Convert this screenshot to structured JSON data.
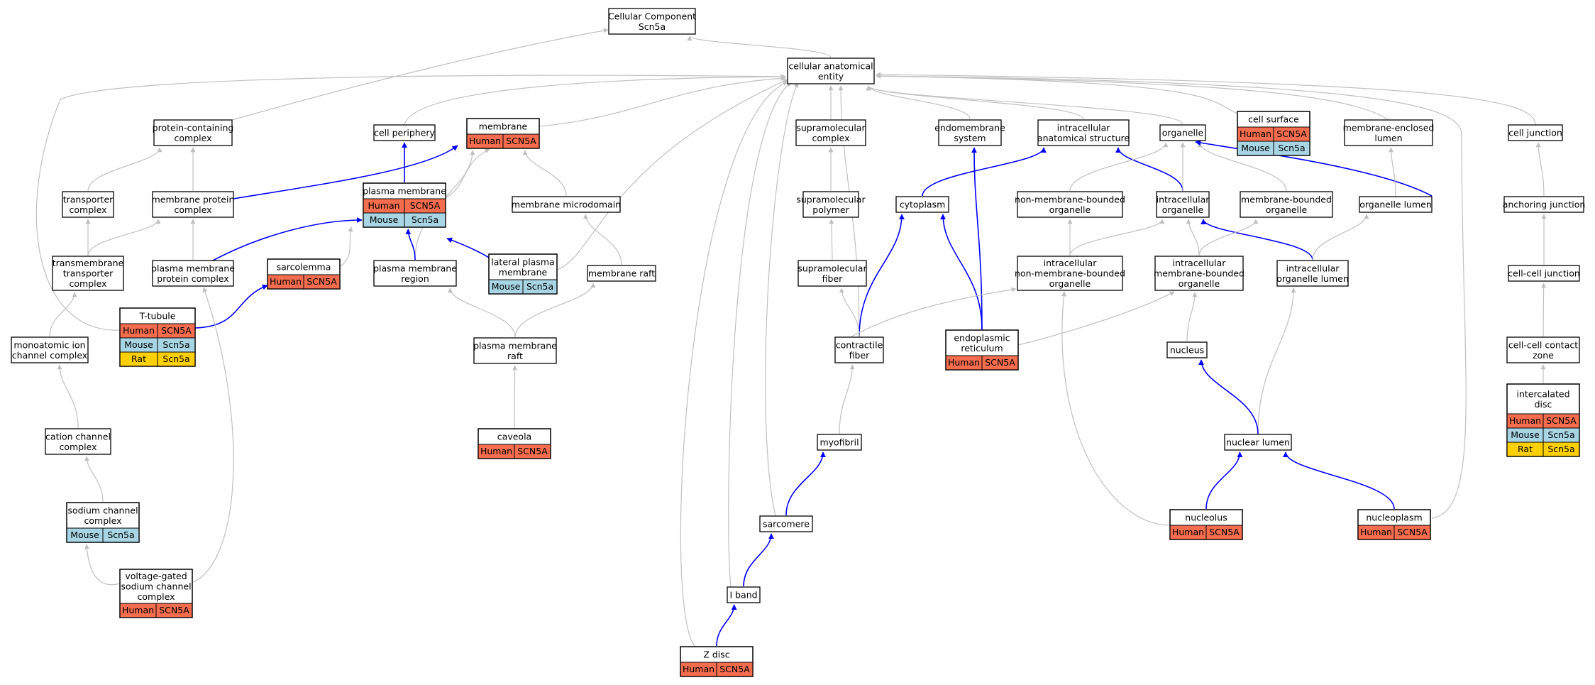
{
  "colors": {
    "edge_gray": "#c0c0c0",
    "edge_blue": "#0000ff",
    "Human": "#f46d4f",
    "Mouse": "#a7d5e4",
    "Rat": "#ffd000"
  },
  "nodes": [
    {
      "id": "root",
      "lines": [
        "Cellular Component",
        "Scn5a"
      ]
    },
    {
      "id": "cae",
      "lines": [
        "cellular anatomical",
        "entity"
      ]
    },
    {
      "id": "pcc",
      "lines": [
        "protein-containing",
        "complex"
      ]
    },
    {
      "id": "cellper",
      "lines": [
        "cell periphery"
      ]
    },
    {
      "id": "membrane",
      "lines": [
        "membrane"
      ],
      "species": [
        [
          "Human",
          "SCN5A"
        ]
      ]
    },
    {
      "id": "supcx",
      "lines": [
        "supramolecular",
        "complex"
      ]
    },
    {
      "id": "endosys",
      "lines": [
        "endomembrane",
        "system"
      ]
    },
    {
      "id": "ias",
      "lines": [
        "intracellular",
        "anatomical structure"
      ]
    },
    {
      "id": "organelle",
      "lines": [
        "organelle"
      ]
    },
    {
      "id": "cellsurf",
      "lines": [
        "cell surface"
      ],
      "species": [
        [
          "Human",
          "SCN5A"
        ],
        [
          "Mouse",
          "Scn5a"
        ]
      ]
    },
    {
      "id": "mel",
      "lines": [
        "membrane-enclosed",
        "lumen"
      ]
    },
    {
      "id": "celljunc",
      "lines": [
        "cell junction"
      ]
    },
    {
      "id": "transporter",
      "lines": [
        "transporter",
        "complex"
      ]
    },
    {
      "id": "mpc",
      "lines": [
        "membrane protein",
        "complex"
      ]
    },
    {
      "id": "pm",
      "lines": [
        "plasma membrane"
      ],
      "species": [
        [
          "Human",
          "SCN5A"
        ],
        [
          "Mouse",
          "Scn5a"
        ]
      ]
    },
    {
      "id": "mmd",
      "lines": [
        "membrane microdomain"
      ]
    },
    {
      "id": "suppoly",
      "lines": [
        "supramolecular",
        "polymer"
      ]
    },
    {
      "id": "cytoplasm",
      "lines": [
        "cytoplasm"
      ]
    },
    {
      "id": "nmbo",
      "lines": [
        "non-membrane-bounded",
        "organelle"
      ]
    },
    {
      "id": "io",
      "lines": [
        "intracellular",
        "organelle"
      ]
    },
    {
      "id": "mbo",
      "lines": [
        "membrane-bounded",
        "organelle"
      ]
    },
    {
      "id": "ol",
      "lines": [
        "organelle lumen"
      ]
    },
    {
      "id": "aj",
      "lines": [
        "anchoring junction"
      ]
    },
    {
      "id": "tmtc",
      "lines": [
        "transmembrane",
        "transporter",
        "complex"
      ]
    },
    {
      "id": "pmpc",
      "lines": [
        "plasma membrane",
        "protein complex"
      ]
    },
    {
      "id": "sarcolemma",
      "lines": [
        "sarcolemma"
      ],
      "species": [
        [
          "Human",
          "SCN5A"
        ]
      ]
    },
    {
      "id": "pmr",
      "lines": [
        "plasma membrane",
        "region"
      ]
    },
    {
      "id": "lpm",
      "lines": [
        "lateral plasma",
        "membrane"
      ],
      "species": [
        [
          "Mouse",
          "Scn5a"
        ]
      ]
    },
    {
      "id": "mraft",
      "lines": [
        "membrane raft"
      ]
    },
    {
      "id": "supfiber",
      "lines": [
        "supramolecular",
        "fiber"
      ]
    },
    {
      "id": "inmbo",
      "lines": [
        "intracellular",
        "non-membrane-bounded",
        "organelle"
      ]
    },
    {
      "id": "imbo",
      "lines": [
        "intracellular",
        "membrane-bounded",
        "organelle"
      ]
    },
    {
      "id": "iol",
      "lines": [
        "intracellular",
        "organelle lumen"
      ]
    },
    {
      "id": "ccj",
      "lines": [
        "cell-cell junction"
      ]
    },
    {
      "id": "ttubule",
      "lines": [
        "T-tubule"
      ],
      "species": [
        [
          "Human",
          "SCN5A"
        ],
        [
          "Mouse",
          "Scn5a"
        ],
        [
          "Rat",
          "Scn5a"
        ]
      ]
    },
    {
      "id": "micc",
      "lines": [
        "monoatomic ion",
        "channel complex"
      ]
    },
    {
      "id": "pmraft",
      "lines": [
        "plasma membrane",
        "raft"
      ]
    },
    {
      "id": "cfiber",
      "lines": [
        "contractile",
        "fiber"
      ]
    },
    {
      "id": "er",
      "lines": [
        "endoplasmic",
        "reticulum"
      ],
      "species": [
        [
          "Human",
          "SCN5A"
        ]
      ]
    },
    {
      "id": "nucleus",
      "lines": [
        "nucleus"
      ]
    },
    {
      "id": "cccz",
      "lines": [
        "cell-cell contact",
        "zone"
      ]
    },
    {
      "id": "icd",
      "lines": [
        "intercalated",
        "disc"
      ],
      "species": [
        [
          "Human",
          "SCN5A"
        ],
        [
          "Mouse",
          "Scn5a"
        ],
        [
          "Rat",
          "Scn5a"
        ]
      ]
    },
    {
      "id": "ccc",
      "lines": [
        "cation channel",
        "complex"
      ]
    },
    {
      "id": "caveola",
      "lines": [
        "caveola"
      ],
      "species": [
        [
          "Human",
          "SCN5A"
        ]
      ]
    },
    {
      "id": "myofibril",
      "lines": [
        "myofibril"
      ]
    },
    {
      "id": "nuclumen",
      "lines": [
        "nuclear lumen"
      ]
    },
    {
      "id": "scc",
      "lines": [
        "sodium channel",
        "complex"
      ],
      "species": [
        [
          "Mouse",
          "Scn5a"
        ]
      ]
    },
    {
      "id": "sarcomere",
      "lines": [
        "sarcomere"
      ]
    },
    {
      "id": "nucleolus",
      "lines": [
        "nucleolus"
      ],
      "species": [
        [
          "Human",
          "SCN5A"
        ]
      ]
    },
    {
      "id": "nucleoplasm",
      "lines": [
        "nucleoplasm"
      ],
      "species": [
        [
          "Human",
          "SCN5A"
        ]
      ]
    },
    {
      "id": "vgscc",
      "lines": [
        "voltage-gated",
        "sodium channel",
        "complex"
      ],
      "species": [
        [
          "Human",
          "SCN5A"
        ]
      ]
    },
    {
      "id": "iband",
      "lines": [
        "I band"
      ]
    },
    {
      "id": "zdisc",
      "lines": [
        "Z disc"
      ],
      "species": [
        [
          "Human",
          "SCN5A"
        ]
      ]
    }
  ],
  "edges": [
    [
      "cae",
      "root",
      "gray"
    ],
    [
      "pcc",
      "root",
      "gray"
    ],
    [
      "cellper",
      "cae",
      "gray"
    ],
    [
      "membrane",
      "cae",
      "gray"
    ],
    [
      "supcx",
      "cae",
      "gray"
    ],
    [
      "endosys",
      "cae",
      "gray"
    ],
    [
      "ias",
      "cae",
      "gray"
    ],
    [
      "organelle",
      "cae",
      "gray"
    ],
    [
      "cellsurf",
      "cae",
      "gray"
    ],
    [
      "mel",
      "cae",
      "gray"
    ],
    [
      "celljunc",
      "cae",
      "gray"
    ],
    [
      "ttubule",
      "cae",
      "gray"
    ],
    [
      "lpm",
      "cae",
      "gray"
    ],
    [
      "cfiber",
      "cae",
      "gray"
    ],
    [
      "zdisc",
      "cae",
      "gray"
    ],
    [
      "iband",
      "cae",
      "gray"
    ],
    [
      "sarcomere",
      "cae",
      "gray"
    ],
    [
      "nucleoplasm",
      "cae",
      "gray"
    ],
    [
      "transporter",
      "pcc",
      "gray"
    ],
    [
      "mpc",
      "pcc",
      "gray"
    ],
    [
      "pm",
      "cellper",
      "blue"
    ],
    [
      "pm",
      "membrane",
      "gray"
    ],
    [
      "mmd",
      "membrane",
      "gray"
    ],
    [
      "pmr",
      "membrane",
      "gray"
    ],
    [
      "mpc",
      "membrane",
      "blue"
    ],
    [
      "suppoly",
      "supcx",
      "gray"
    ],
    [
      "er",
      "endosys",
      "blue"
    ],
    [
      "cytoplasm",
      "ias",
      "blue"
    ],
    [
      "io",
      "ias",
      "blue"
    ],
    [
      "nmbo",
      "organelle",
      "gray"
    ],
    [
      "io",
      "organelle",
      "gray"
    ],
    [
      "mbo",
      "organelle",
      "gray"
    ],
    [
      "ol",
      "organelle",
      "blue"
    ],
    [
      "ol",
      "mel",
      "gray"
    ],
    [
      "aj",
      "celljunc",
      "gray"
    ],
    [
      "tmtc",
      "transporter",
      "gray"
    ],
    [
      "tmtc",
      "mpc",
      "gray"
    ],
    [
      "pmpc",
      "mpc",
      "gray"
    ],
    [
      "pmpc",
      "pm",
      "blue"
    ],
    [
      "sarcolemma",
      "pm",
      "gray"
    ],
    [
      "pmr",
      "pm",
      "blue"
    ],
    [
      "lpm",
      "pm",
      "blue"
    ],
    [
      "mraft",
      "mmd",
      "gray"
    ],
    [
      "supfiber",
      "suppoly",
      "gray"
    ],
    [
      "cfiber",
      "cytoplasm",
      "blue"
    ],
    [
      "er",
      "cytoplasm",
      "blue"
    ],
    [
      "inmbo",
      "nmbo",
      "gray"
    ],
    [
      "inmbo",
      "io",
      "gray"
    ],
    [
      "imbo",
      "io",
      "gray"
    ],
    [
      "iol",
      "io",
      "blue"
    ],
    [
      "imbo",
      "mbo",
      "gray"
    ],
    [
      "iol",
      "ol",
      "gray"
    ],
    [
      "ccj",
      "aj",
      "gray"
    ],
    [
      "micc",
      "tmtc",
      "gray"
    ],
    [
      "ttubule",
      "sarcolemma",
      "blue"
    ],
    [
      "pmraft",
      "pmr",
      "gray"
    ],
    [
      "pmraft",
      "mraft",
      "gray"
    ],
    [
      "cfiber",
      "supfiber",
      "gray"
    ],
    [
      "cfiber",
      "inmbo",
      "gray"
    ],
    [
      "er",
      "imbo",
      "gray"
    ],
    [
      "nucleus",
      "imbo",
      "gray"
    ],
    [
      "nuclumen",
      "iol",
      "gray"
    ],
    [
      "cccz",
      "ccj",
      "gray"
    ],
    [
      "icd",
      "cccz",
      "gray"
    ],
    [
      "ccc",
      "micc",
      "gray"
    ],
    [
      "caveola",
      "pmraft",
      "gray"
    ],
    [
      "myofibril",
      "cfiber",
      "gray"
    ],
    [
      "nuclumen",
      "nucleus",
      "blue"
    ],
    [
      "scc",
      "ccc",
      "gray"
    ],
    [
      "sarcomere",
      "myofibril",
      "blue"
    ],
    [
      "nucleolus",
      "inmbo",
      "gray"
    ],
    [
      "nucleolus",
      "nuclumen",
      "blue"
    ],
    [
      "nucleoplasm",
      "nuclumen",
      "blue"
    ],
    [
      "vgscc",
      "scc",
      "gray"
    ],
    [
      "vgscc",
      "pmpc",
      "gray"
    ],
    [
      "iband",
      "sarcomere",
      "blue"
    ],
    [
      "zdisc",
      "iband",
      "blue"
    ]
  ]
}
